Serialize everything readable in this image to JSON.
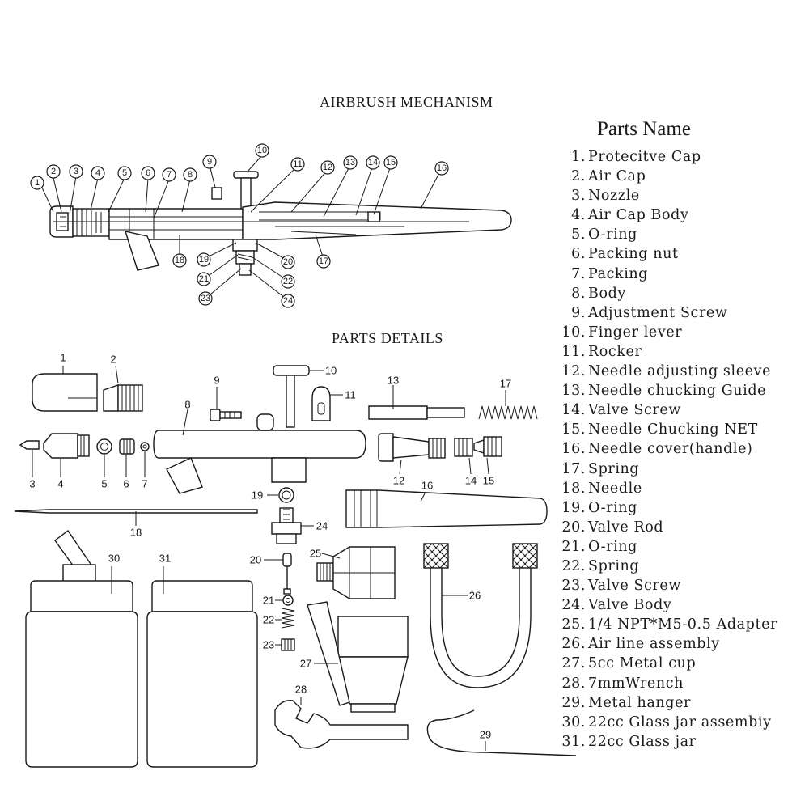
{
  "titles": {
    "mechanism": "AIRBRUSH MECHANISM",
    "details": "PARTS  DETAILS",
    "legend": "Parts Name"
  },
  "parts": [
    {
      "num": "1.",
      "name": "Protecitve Cap"
    },
    {
      "num": "2.",
      "name": "Air Cap"
    },
    {
      "num": "3.",
      "name": "Nozzle"
    },
    {
      "num": "4.",
      "name": "Air Cap Body"
    },
    {
      "num": "5.",
      "name": "O-ring"
    },
    {
      "num": "6.",
      "name": "Packing nut"
    },
    {
      "num": "7.",
      "name": "Packing"
    },
    {
      "num": "8.",
      "name": "Body"
    },
    {
      "num": "9.",
      "name": "Adjustment Screw"
    },
    {
      "num": "10.",
      "name": "Finger lever"
    },
    {
      "num": "11.",
      "name": "Rocker"
    },
    {
      "num": "12.",
      "name": "Needle adjusting sleeve"
    },
    {
      "num": "13.",
      "name": "Needle chucking Guide"
    },
    {
      "num": "14.",
      "name": "Valve Screw"
    },
    {
      "num": "15.",
      "name": "Needle Chucking NET"
    },
    {
      "num": "16.",
      "name": "Needle cover(handle)"
    },
    {
      "num": "17.",
      "name": "Spring"
    },
    {
      "num": "18.",
      "name": "Needle"
    },
    {
      "num": "19.",
      "name": "O-ring"
    },
    {
      "num": "20.",
      "name": "Valve Rod"
    },
    {
      "num": "21.",
      "name": "O-ring"
    },
    {
      "num": "22.",
      "name": "Spring"
    },
    {
      "num": "23.",
      "name": "Valve Screw"
    },
    {
      "num": "24.",
      "name": "Valve Body"
    },
    {
      "num": "25.",
      "name": "1/4 NPT*M5-0.5 Adapter"
    },
    {
      "num": "26.",
      "name": "Air line assembly"
    },
    {
      "num": "27.",
      "name": "5cc Metal cup"
    },
    {
      "num": "28.",
      "name": "7mmWrench"
    },
    {
      "num": "29.",
      "name": "Metal hanger"
    },
    {
      "num": "30.",
      "name": "22cc Glass jar assembiy"
    },
    {
      "num": "31.",
      "name": "22cc Glass jar"
    }
  ],
  "mechanism_callouts": [
    "1",
    "2",
    "3",
    "4",
    "5",
    "6",
    "7",
    "8",
    "9",
    "10",
    "11",
    "12",
    "13",
    "14",
    "15",
    "16",
    "17",
    "18",
    "19",
    "20",
    "21",
    "22",
    "23",
    "24"
  ],
  "detail_labels": [
    "1",
    "2",
    "3",
    "4",
    "5",
    "6",
    "7",
    "8",
    "9",
    "10",
    "11",
    "12",
    "13",
    "14",
    "15",
    "16",
    "17",
    "18",
    "19",
    "20",
    "21",
    "22",
    "23",
    "24",
    "25",
    "26",
    "27",
    "28",
    "29",
    "30",
    "31"
  ]
}
